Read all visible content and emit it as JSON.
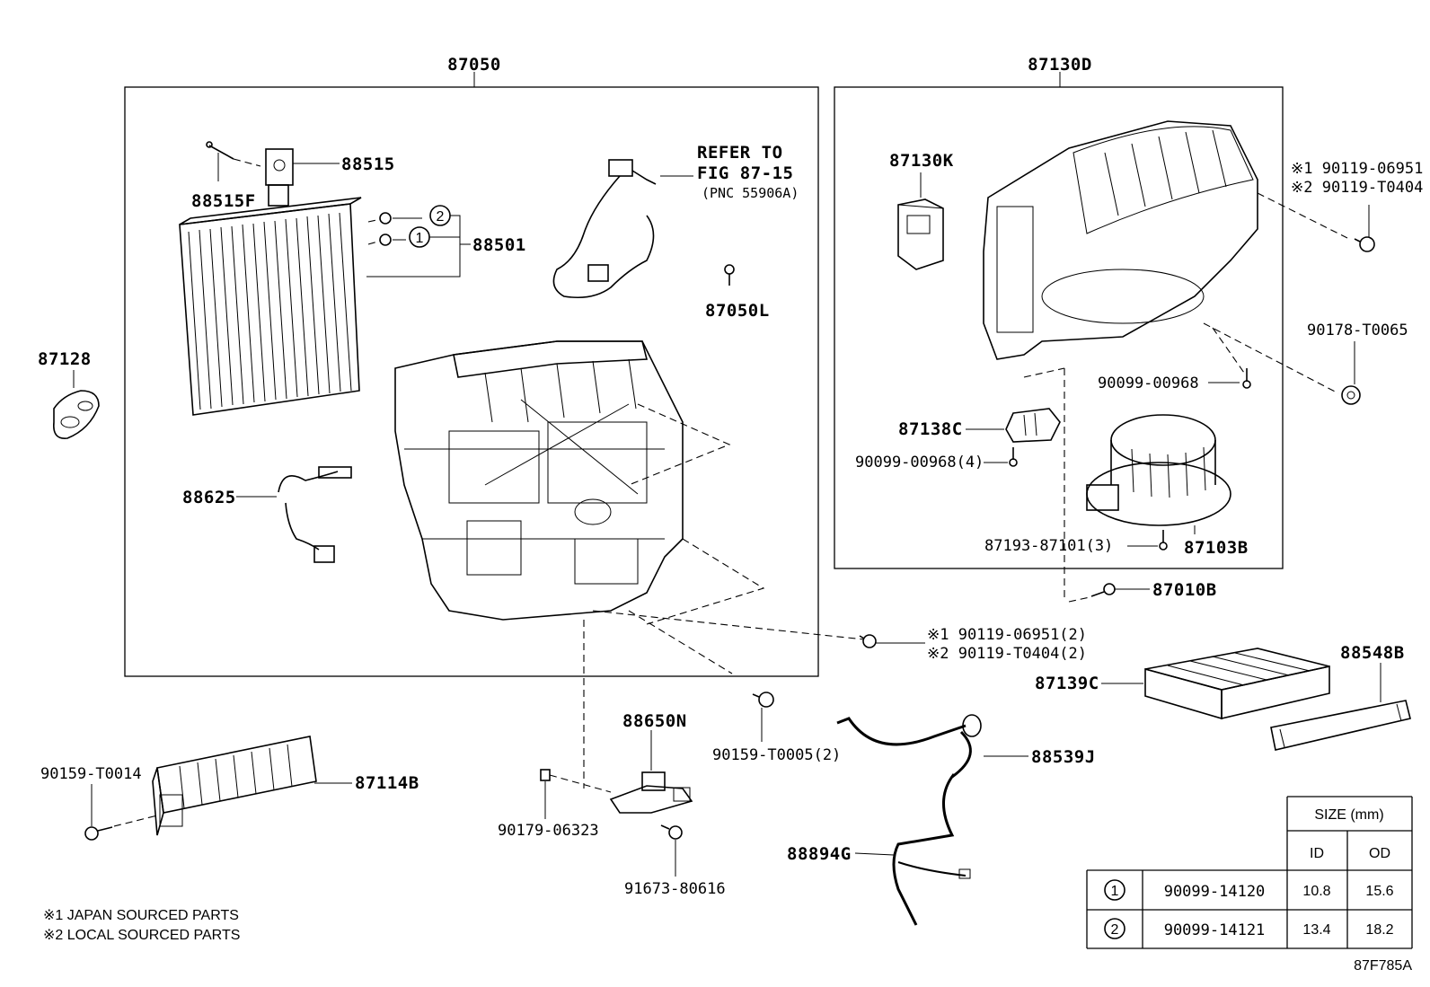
{
  "groups": {
    "left_assembly": "87050",
    "right_assembly": "87130D"
  },
  "labels": {
    "p88515": "88515",
    "p88515F": "88515F",
    "p88501": "88501",
    "p87128": "87128",
    "p88625": "88625",
    "p87050L": "87050L",
    "refer_line1": "REFER TO",
    "refer_line2": "FIG 87-15",
    "refer_line3": "(PNC 55906A)",
    "p87130K": "87130K",
    "p90119_a_line1": "※1 90119-06951",
    "p90119_a_line2": "※2 90119-T0404",
    "p90178": "90178-T0065",
    "p90099_00968": "90099-00968",
    "p87138C": "87138C",
    "p90099_00968_4": "90099-00968(4)",
    "p87193": "87193-87101(3)",
    "p87103B": "87103B",
    "p87010B": "87010B",
    "p90119_b_line1": "※1 90119-06951(2)",
    "p90119_b_line2": "※2 90119-T0404(2)",
    "p88548B": "88548B",
    "p87139C": "87139C",
    "p90159_T0014": "90159-T0014",
    "p87114B": "87114B",
    "p88650N": "88650N",
    "p90159_T0005": "90159-T0005(2)",
    "p90179": "90179-06323",
    "p91673": "91673-80616",
    "p88539J": "88539J",
    "p88894G": "88894G"
  },
  "callouts": {
    "c1": "1",
    "c2": "2"
  },
  "notes": {
    "note1": "※1 JAPAN SOURCED PARTS",
    "note2": "※2 LOCAL SOURCED PARTS"
  },
  "size_table": {
    "header": "SIZE (mm)",
    "col_id": "ID",
    "col_od": "OD",
    "rows": [
      {
        "key": "1",
        "part": "90099-14120",
        "id": "10.8",
        "od": "15.6"
      },
      {
        "key": "2",
        "part": "90099-14121",
        "id": "13.4",
        "od": "18.2"
      }
    ]
  },
  "figure_code": "87F785A"
}
